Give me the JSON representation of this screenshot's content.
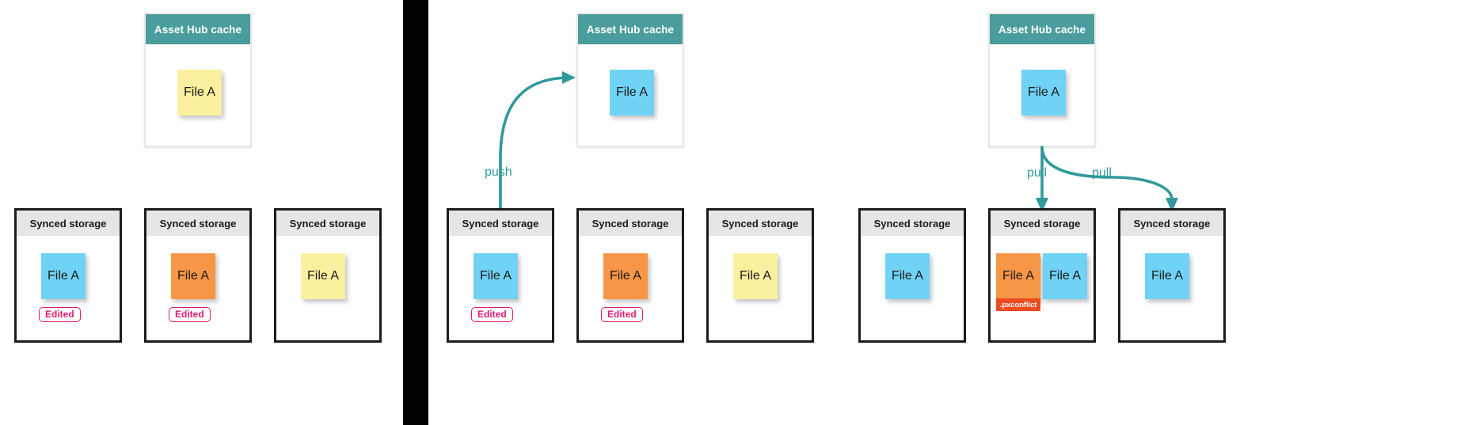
{
  "theme": {
    "teal": "#4a9d9c",
    "arrow_teal": "#31999b",
    "note_yellow": "#faf0a0",
    "note_blue": "#70d2f5",
    "note_orange": "#f79646",
    "edited_pink": "#e01b72",
    "conflict_red": "#ea4b1f",
    "storage_header_gray": "#e6e6e6",
    "divider_black": "#000000",
    "background": "#ffffff"
  },
  "labels": {
    "cache_title": "Asset Hub cache",
    "storage_title": "Synced storage",
    "file_label": "File A",
    "edited_badge": "Edited",
    "conflict_badge": ".pxconflict",
    "push_label": "push",
    "pull_label": "pull"
  },
  "panels": [
    {
      "id": "panel-1-initial-edit",
      "cache": {
        "title": "Asset Hub cache",
        "notes": [
          {
            "label": "File A",
            "color": "yellow"
          }
        ]
      },
      "storages": [
        {
          "title": "Synced storage",
          "notes": [
            {
              "label": "File A",
              "color": "blue"
            }
          ],
          "badge": "Edited"
        },
        {
          "title": "Synced storage",
          "notes": [
            {
              "label": "File A",
              "color": "orange"
            }
          ],
          "badge": "Edited"
        },
        {
          "title": "Synced storage",
          "notes": [
            {
              "label": "File A",
              "color": "yellow"
            }
          ],
          "badge": null
        }
      ],
      "arrows": []
    },
    {
      "id": "panel-2-push",
      "cache": {
        "title": "Asset Hub cache",
        "notes": [
          {
            "label": "File A",
            "color": "blue"
          }
        ]
      },
      "storages": [
        {
          "title": "Synced storage",
          "notes": [
            {
              "label": "File A",
              "color": "blue"
            }
          ],
          "badge": "Edited"
        },
        {
          "title": "Synced storage",
          "notes": [
            {
              "label": "File A",
              "color": "orange"
            }
          ],
          "badge": "Edited"
        },
        {
          "title": "Synced storage",
          "notes": [
            {
              "label": "File A",
              "color": "yellow"
            }
          ],
          "badge": null
        }
      ],
      "arrows": [
        {
          "label": "push",
          "direction": "up",
          "from": "storage-1",
          "to": "cache"
        }
      ]
    },
    {
      "id": "panel-3-pull",
      "cache": {
        "title": "Asset Hub cache",
        "notes": [
          {
            "label": "File A",
            "color": "blue"
          }
        ]
      },
      "storages": [
        {
          "title": "Synced storage",
          "notes": [
            {
              "label": "File A",
              "color": "blue"
            }
          ],
          "badge": null
        },
        {
          "title": "Synced storage",
          "notes": [
            {
              "label": "File A",
              "color": "orange",
              "conflict": ".pxconflict"
            },
            {
              "label": "File A",
              "color": "blue"
            }
          ],
          "badge": null
        },
        {
          "title": "Synced storage",
          "notes": [
            {
              "label": "File A",
              "color": "blue"
            }
          ],
          "badge": null
        }
      ],
      "arrows": [
        {
          "label": "pull",
          "direction": "down",
          "from": "cache",
          "to": "storage-2"
        },
        {
          "label": "pull",
          "direction": "down",
          "from": "cache",
          "to": "storage-3"
        }
      ]
    }
  ]
}
